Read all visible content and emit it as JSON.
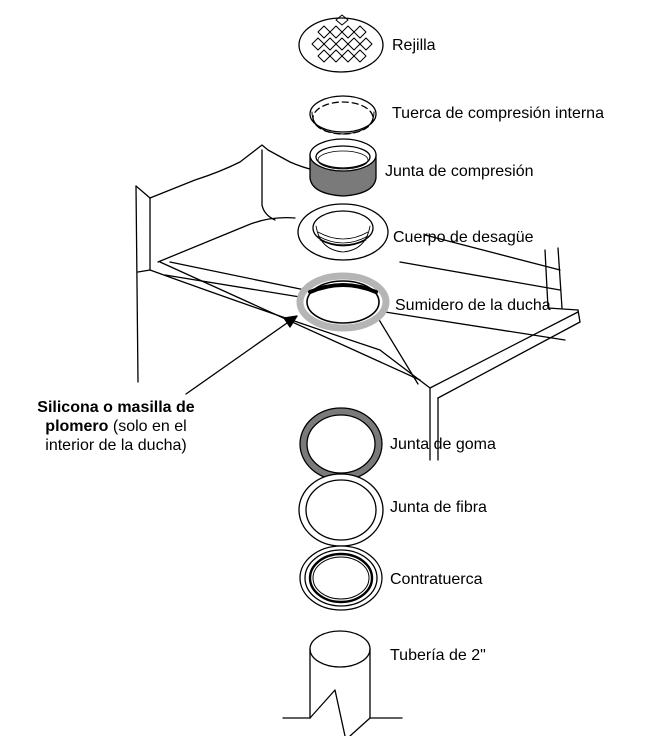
{
  "labels": {
    "grate": "Rejilla",
    "inner_nut": "Tuerca de compresión interna",
    "compression_gasket": "Junta de compresión",
    "drain_body": "Cuerpo de desagüe",
    "shower_drain": "Sumidero de la ducha",
    "rubber_gasket": "Junta de goma",
    "fiber_gasket": "Junta de fibra",
    "locknut": "Contratuerca",
    "pipe": "Tubería de 2\""
  },
  "callout": {
    "bold_line1": "Silicona o masilla de",
    "bold_line2": "plomero",
    "normal_tail": " (solo en el",
    "line3": "interior de la ducha)"
  },
  "colors": {
    "stroke": "#000000",
    "gray_fill": "#7a7a7a",
    "light_gray": "#b5b5b5"
  }
}
